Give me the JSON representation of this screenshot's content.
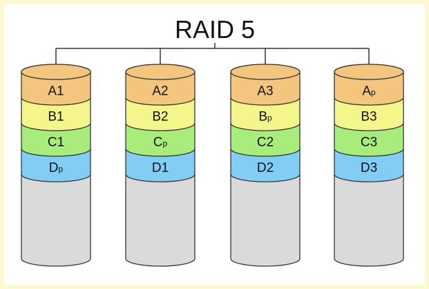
{
  "title": "RAID 5",
  "colors": {
    "background_frame": "#fdf8ce",
    "background": "#ffffff",
    "outline": "#333333",
    "row_a": "#f3c57d",
    "row_b": "#f4f68c",
    "row_c": "#a8ec7c",
    "row_d": "#81cdf4",
    "empty": "#dadada"
  },
  "disks": [
    {
      "name": "disk-1",
      "blocks": [
        {
          "row": "a",
          "main": "A",
          "sub": "1",
          "parity": false
        },
        {
          "row": "b",
          "main": "B",
          "sub": "1",
          "parity": false
        },
        {
          "row": "c",
          "main": "C",
          "sub": "1",
          "parity": false
        },
        {
          "row": "d",
          "main": "D",
          "sub": "p",
          "parity": true
        }
      ]
    },
    {
      "name": "disk-2",
      "blocks": [
        {
          "row": "a",
          "main": "A",
          "sub": "2",
          "parity": false
        },
        {
          "row": "b",
          "main": "B",
          "sub": "2",
          "parity": false
        },
        {
          "row": "c",
          "main": "C",
          "sub": "p",
          "parity": true
        },
        {
          "row": "d",
          "main": "D",
          "sub": "1",
          "parity": false
        }
      ]
    },
    {
      "name": "disk-3",
      "blocks": [
        {
          "row": "a",
          "main": "A",
          "sub": "3",
          "parity": false
        },
        {
          "row": "b",
          "main": "B",
          "sub": "p",
          "parity": true
        },
        {
          "row": "c",
          "main": "C",
          "sub": "2",
          "parity": false
        },
        {
          "row": "d",
          "main": "D",
          "sub": "2",
          "parity": false
        }
      ]
    },
    {
      "name": "disk-4",
      "blocks": [
        {
          "row": "a",
          "main": "A",
          "sub": "p",
          "parity": true
        },
        {
          "row": "b",
          "main": "B",
          "sub": "3",
          "parity": false
        },
        {
          "row": "c",
          "main": "C",
          "sub": "3",
          "parity": false
        },
        {
          "row": "d",
          "main": "D",
          "sub": "3",
          "parity": false
        }
      ]
    }
  ]
}
